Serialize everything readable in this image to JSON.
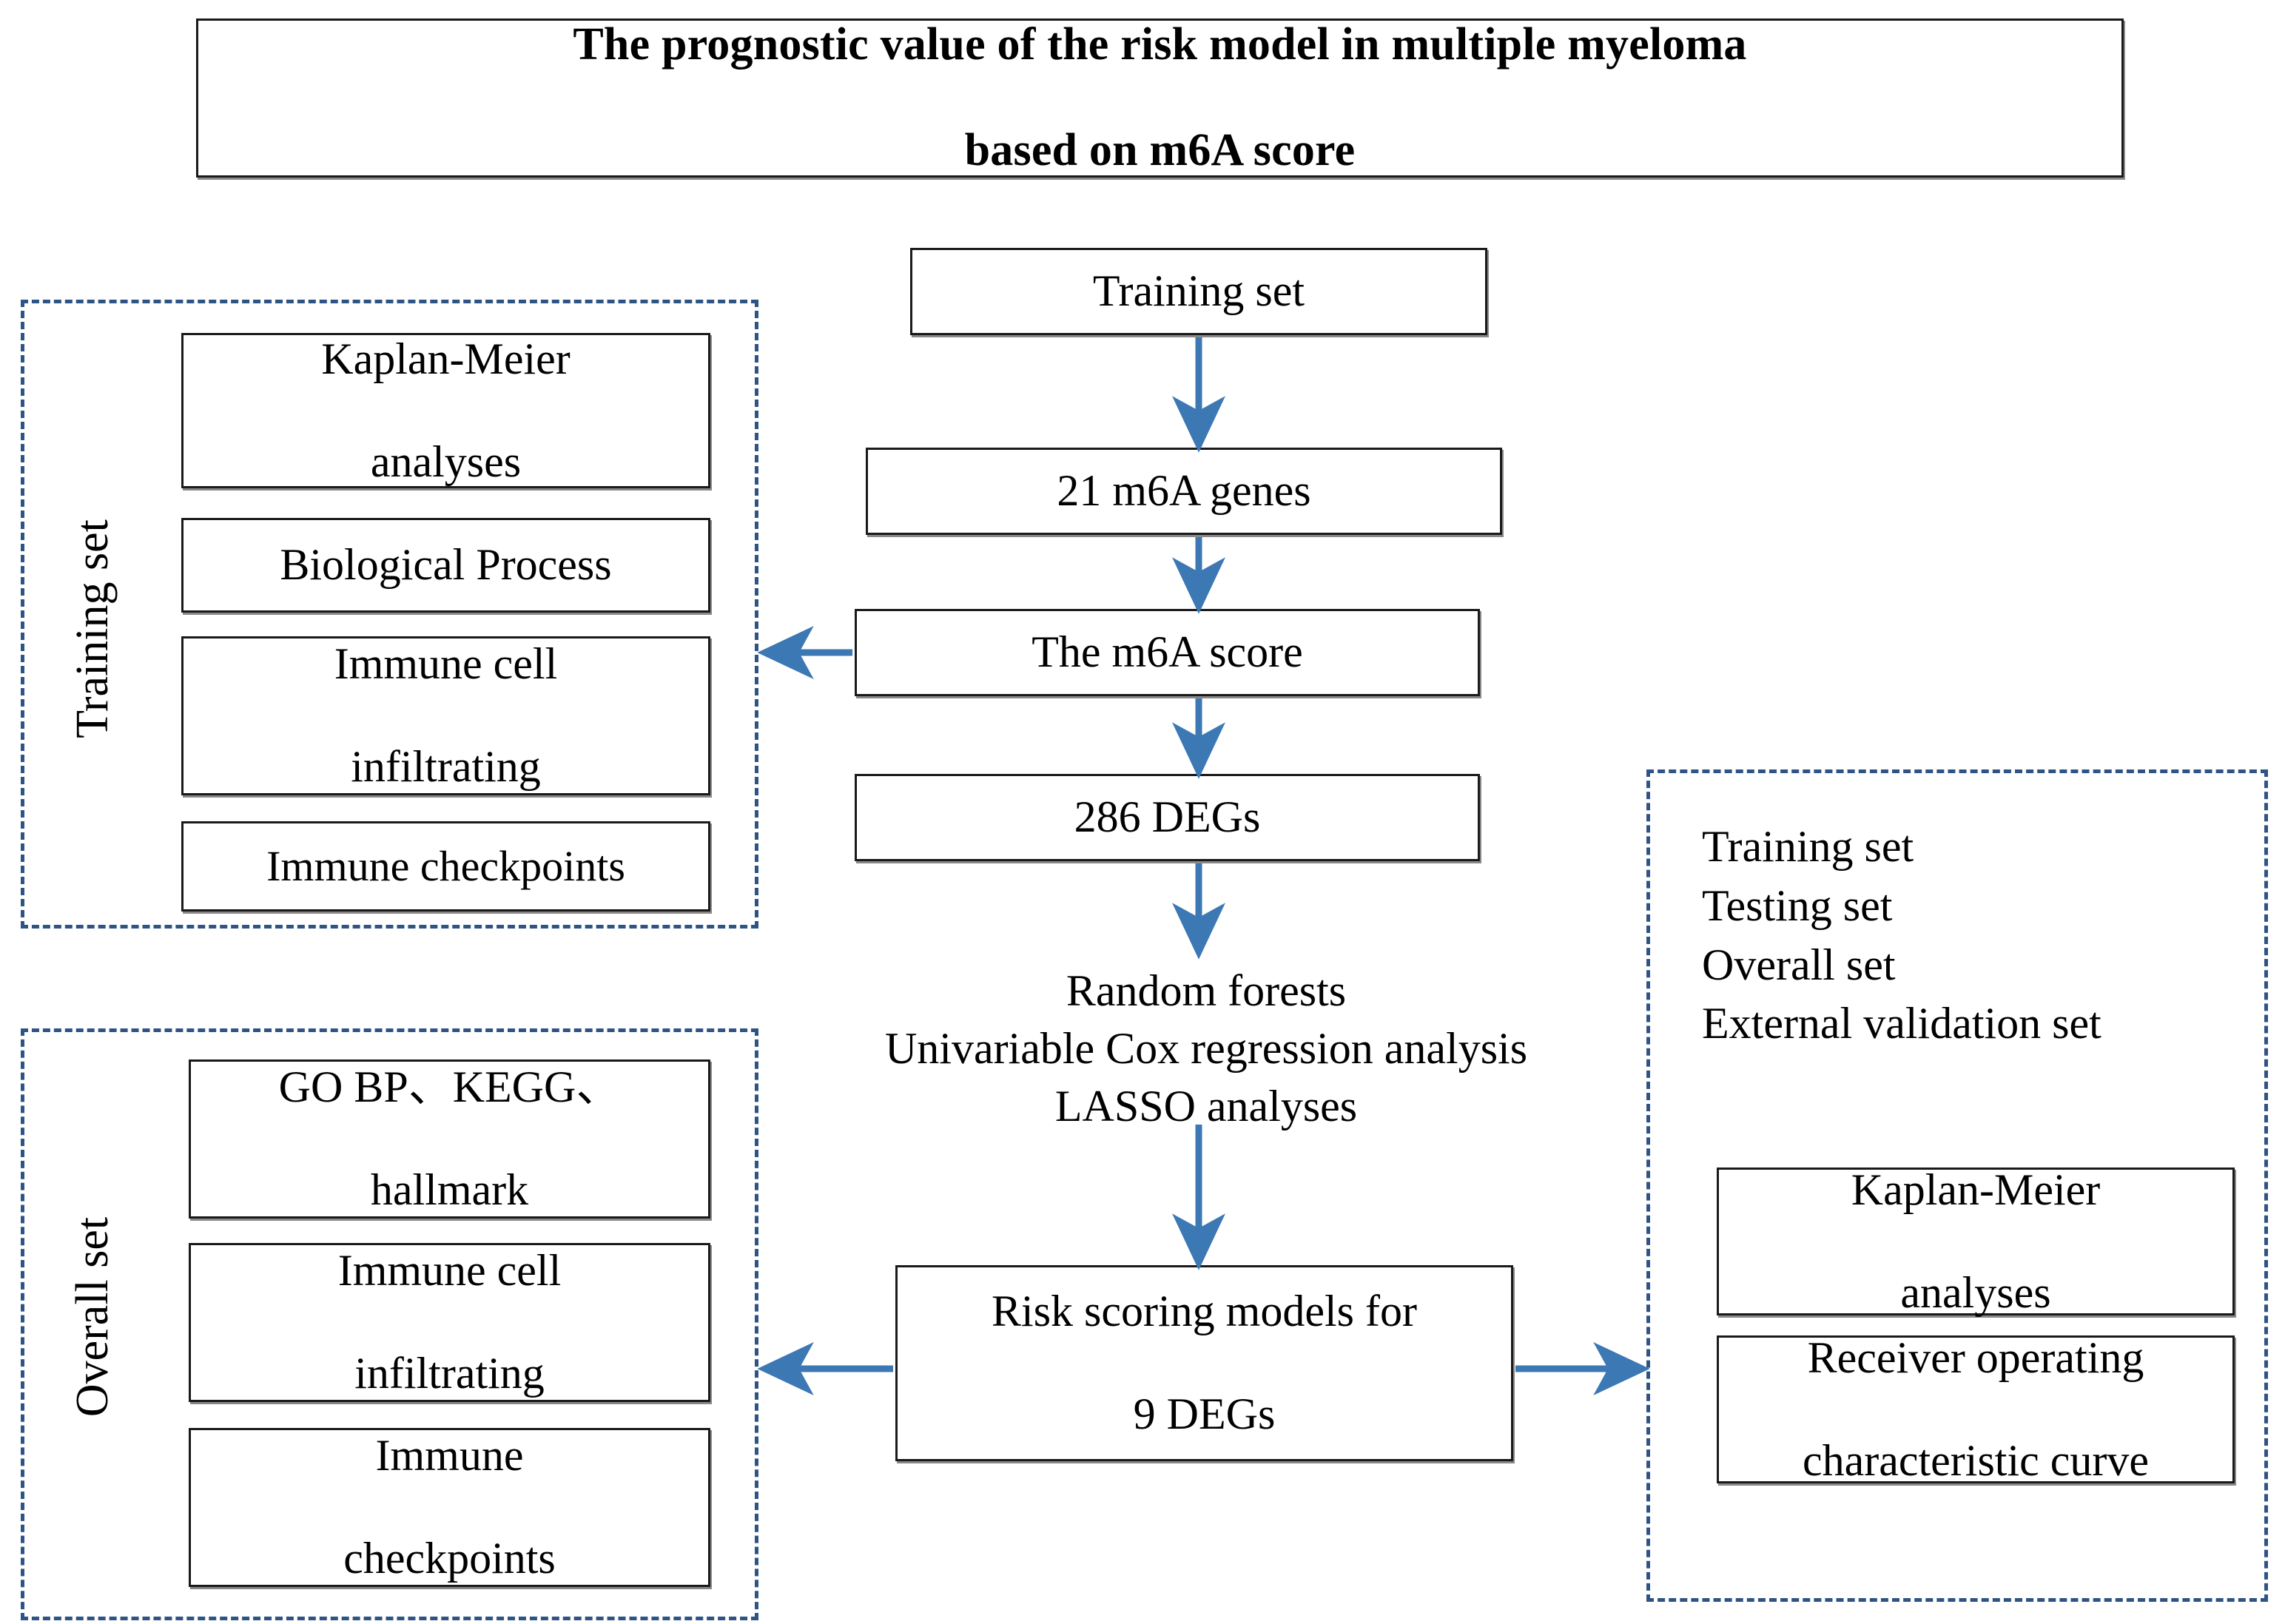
{
  "title": {
    "line1": "The prognostic value of the risk model in multiple myeloma",
    "line2": "based on m6A score"
  },
  "colors": {
    "arrow": "#3c78b4",
    "dashed_border": "#2e5486",
    "box_border": "#1a1a1a",
    "text": "#000000",
    "background": "#ffffff"
  },
  "groups": {
    "training": {
      "side_label": "Training set",
      "boxes": [
        {
          "text": "Kaplan-Meier\nanalyses",
          "line1": "Kaplan-Meier",
          "line2": "analyses"
        },
        {
          "text": "Biological Process",
          "line1": "Biological Process",
          "line2": ""
        },
        {
          "text": "Immune cell\ninfiltrating",
          "line1": "Immune cell",
          "line2": "infiltrating"
        },
        {
          "text": "Immune checkpoints",
          "line1": "Immune checkpoints",
          "line2": ""
        }
      ]
    },
    "overall": {
      "side_label": "Overall set",
      "boxes": [
        {
          "line1": "GO BP、KEGG、",
          "line2": "hallmark"
        },
        {
          "line1": "Immune cell",
          "line2": "infiltrating"
        },
        {
          "line1": "Immune",
          "line2": "checkpoints"
        }
      ]
    },
    "validation": {
      "list": [
        "Training set",
        "Testing set",
        "Overall set",
        "External validation set"
      ],
      "boxes": [
        {
          "line1": "Kaplan-Meier",
          "line2": "analyses"
        },
        {
          "line1": "Receiver operating",
          "line2": "characteristic curve"
        }
      ]
    }
  },
  "center": {
    "training_set": "Training set",
    "genes": "21 m6A genes",
    "score": "The m6A score",
    "degs": "286 DEGs",
    "methods": [
      "Random forests",
      "Univariable Cox regression analysis",
      "LASSO analyses"
    ],
    "risk_model_line1": "Risk scoring models for",
    "risk_model_line2": "9 DEGs"
  },
  "flow": {
    "arrows": [
      {
        "name": "training-to-genes",
        "direction": "down"
      },
      {
        "name": "genes-to-score",
        "direction": "down"
      },
      {
        "name": "score-to-training-group",
        "direction": "left"
      },
      {
        "name": "score-to-degs",
        "direction": "down"
      },
      {
        "name": "degs-to-methods",
        "direction": "down"
      },
      {
        "name": "methods-to-risk-model",
        "direction": "down"
      },
      {
        "name": "risk-model-to-overall-group",
        "direction": "left"
      },
      {
        "name": "risk-model-to-validation-group",
        "direction": "right"
      }
    ]
  }
}
